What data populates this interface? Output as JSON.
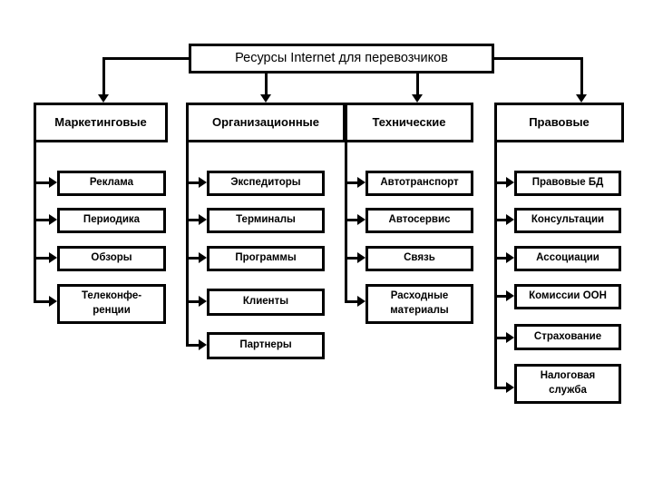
{
  "diagram": {
    "type": "hierarchical-tree",
    "title": "Ресурсы Internet для перевозчиков",
    "colors": {
      "background": "#ffffff",
      "stroke": "#000000",
      "text": "#000000"
    },
    "columns": [
      {
        "id": "marketing",
        "header": "Маркетинговые",
        "items": [
          {
            "label": "Реклама",
            "lines": [
              "Реклама"
            ]
          },
          {
            "label": "Периодика",
            "lines": [
              "Периодика"
            ]
          },
          {
            "label": "Обзоры",
            "lines": [
              "Обзоры"
            ]
          },
          {
            "label": "Телеконференции",
            "lines": [
              "Телеконфе-",
              "ренции"
            ]
          }
        ]
      },
      {
        "id": "organizational",
        "header": "Организационные",
        "items": [
          {
            "label": "Экспедиторы",
            "lines": [
              "Экспедиторы"
            ]
          },
          {
            "label": "Терминалы",
            "lines": [
              "Терминалы"
            ]
          },
          {
            "label": "Программы",
            "lines": [
              "Программы"
            ]
          },
          {
            "label": "Клиенты",
            "lines": [
              "Клиенты"
            ]
          },
          {
            "label": "Партнеры",
            "lines": [
              "Партнеры"
            ]
          }
        ]
      },
      {
        "id": "technical",
        "header": "Технические",
        "items": [
          {
            "label": "Автотранспорт",
            "lines": [
              "Автотранспорт"
            ]
          },
          {
            "label": "Автосервис",
            "lines": [
              "Автосервис"
            ]
          },
          {
            "label": "Связь",
            "lines": [
              "Связь"
            ]
          },
          {
            "label": "Расходные материалы",
            "lines": [
              "Расходные",
              "материалы"
            ]
          }
        ]
      },
      {
        "id": "legal",
        "header": "Правовые",
        "items": [
          {
            "label": "Правовые БД",
            "lines": [
              "Правовые БД"
            ]
          },
          {
            "label": "Консультации",
            "lines": [
              "Консультации"
            ]
          },
          {
            "label": "Ассоциации",
            "lines": [
              "Ассоциации"
            ]
          },
          {
            "label": "Комиссии ООН",
            "lines": [
              "Комиссии ООН"
            ]
          },
          {
            "label": "Страхование",
            "lines": [
              "Страхование"
            ]
          },
          {
            "label": "Налоговая служба",
            "lines": [
              "Налоговая",
              "служба"
            ]
          }
        ]
      }
    ]
  }
}
